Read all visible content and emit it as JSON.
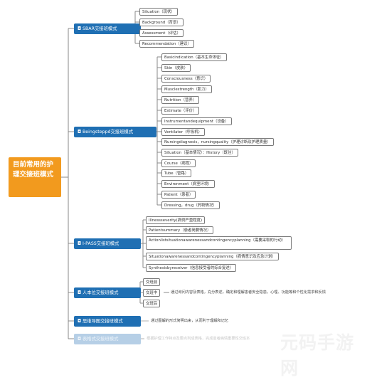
{
  "root": {
    "title": "目前常用的护理交接班模式"
  },
  "branches": {
    "sbar": {
      "label": "SBAR交接班模式",
      "items": [
        "Situation（现状）",
        "Background（背景）",
        "Assessment（评估）",
        "Recommendation（建议）"
      ]
    },
    "isbar": {
      "label": "Beingsteppd交接班模式",
      "items": [
        "Basicindication（基本生命体征）",
        "Skin（皮肤）",
        "Consciousness（意识）",
        "Musclestrength（肌力）",
        "Nutrition（营养）",
        "Estimate（评价）",
        "Instrumentandequipment（设备）",
        "Ventilator（呼吸机）",
        "Nursingdiagnosis，nursingquality（护理诊断及护理质量）",
        "Situation（基本情况）：History（既往）",
        "Course（病程）",
        "Tube（管路）",
        "Environment（病室环境）",
        "Patient（患者）",
        "Dressing，drug（药物情况）"
      ]
    },
    "ipass": {
      "label": "I-PASS交接班模式",
      "items": [
        "Illnessseverity(病例严重程度)",
        "Patientsummary（患者简要情况）",
        "Actionlistsituationawarenessandcontingencyplanning（需要采取的行动）",
        "Situationawarenessandcontingencyplanning（病情意识及应急计划）",
        "Synthesisbyreceiver（信息接受者的综合复述）"
      ]
    },
    "pc": {
      "label": "人本位交接班模式",
      "items": [
        "交班前",
        "交班中",
        "交班后"
      ],
      "note": "通过询问内容及表格，充分表述，确定和理解患者安全隐患，心理、功能等和个性化需求和反馈"
    },
    "mm": {
      "label": "思维导图交接班模式",
      "note": "通过图解的形式简明出来，从而利于理解和记忆"
    },
    "tb": {
      "label": "表格式交接班模式",
      "note": "根据护理工作特点及要点列成表格，完成患者病情重要性交班本"
    }
  },
  "watermark": "元码手游网"
}
